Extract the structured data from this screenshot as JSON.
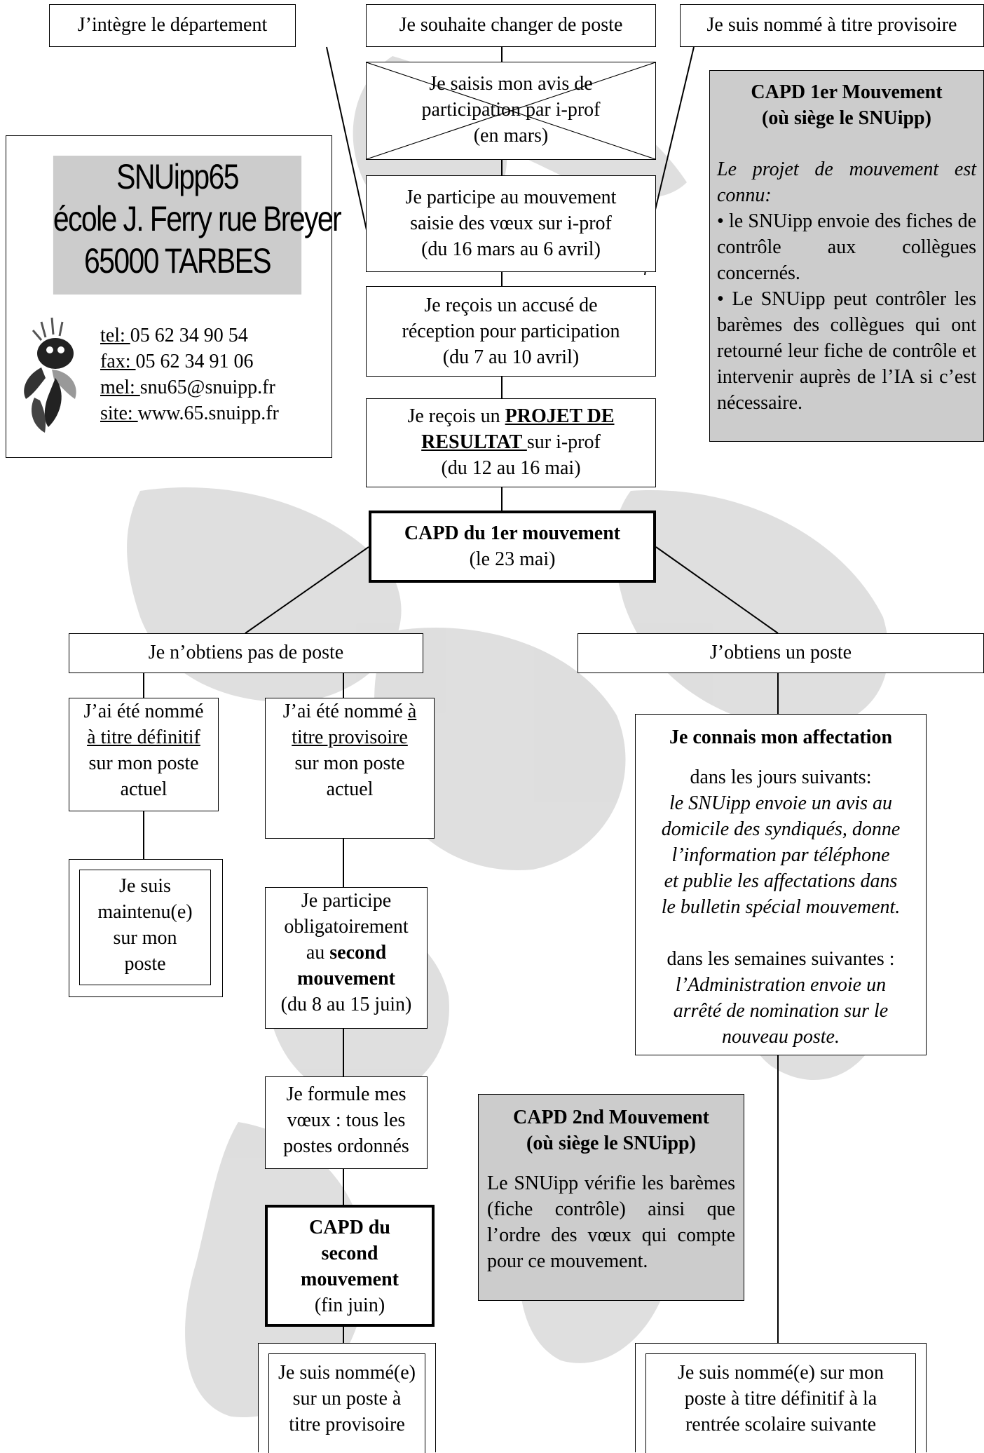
{
  "top_row": {
    "integration": "J’intègre le département",
    "change": "Je souhaite changer de poste",
    "provisional": "Je suis nommé à titre provisoire"
  },
  "steps": {
    "avis": [
      "Je saisis mon avis de",
      "participation par i-prof",
      "(en mars)"
    ],
    "participe": [
      "Je participe au mouvement",
      "saisie des vœux sur i-prof",
      "(du 16 mars au 6 avril)"
    ],
    "accuse": [
      "Je reçois un accusé de",
      "réception pour participation",
      "(du 7 au 10 avril)"
    ],
    "projet": {
      "pre": "Je reçois un ",
      "bold": "PROJET DE",
      "bold2": "RESULTAT ",
      "post": "sur i-prof",
      "dates": "(du 12 au 16 mai)"
    },
    "capd1": {
      "title": "CAPD du 1er mouvement",
      "date": "(le 23 mai)"
    }
  },
  "side_capd1": {
    "title": "CAPD 1er Mouvement",
    "subtitle": "(où siège le SNUipp)",
    "intro": "Le projet de mouvement est connu:",
    "bullet1": "le SNUipp envoie des fiches de contrôle aux collègues concernés.",
    "bullet2": "Le SNUipp peut contrôler les barèmes des collègues qui ont retourné leur fiche de contrôle et intervenir auprès de l’IA si c’est nécessaire."
  },
  "contact": {
    "name": "SNUipp65",
    "address": "école J. Ferry rue Breyer",
    "city": "65000 TARBES",
    "tel_label": "tel: ",
    "tel": "05 62 34 90 54",
    "fax_label": "fax: ",
    "fax": "05 62 34 91 06",
    "mel_label": "mel: ",
    "mel": "snu65@snuipp.fr",
    "site_label": "site: ",
    "site": "www.65.snuipp.fr"
  },
  "no_post": {
    "title": "Je n’obtiens pas de poste",
    "definitif": {
      "l1": "J’ai été nommé",
      "u1": "à titre définitif",
      "l3": "sur mon poste",
      "l4": "actuel"
    },
    "provisoire": {
      "l1": "J’ai été nommé ",
      "u1": "à",
      "u2": "titre provisoire",
      "l3": "sur mon poste",
      "l4": "actuel"
    },
    "maintenu": [
      "Je suis",
      "maintenu(e)",
      "sur mon",
      "poste"
    ],
    "second": {
      "l1": "Je participe",
      "l2": "obligatoirement",
      "l3pre": "au ",
      "l3b": "second",
      "l4b": "mouvement",
      "l5": "(du 8 au 15 juin)"
    },
    "voeux": [
      "Je formule mes",
      "vœux : tous les",
      "postes ordonnés"
    ],
    "capd2": {
      "l1": "CAPD du",
      "l2": "second",
      "l3": "mouvement",
      "l4": "(fin juin)"
    },
    "provisoire_result": [
      "Je suis nommé(e)",
      "sur un poste à",
      "titre provisoire"
    ]
  },
  "got_post": {
    "title": "J’obtiens un poste",
    "affect_title": "Je connais mon affectation",
    "days_label": "dans les jours suivants:",
    "days_text": [
      "le SNUipp envoie un avis au",
      "domicile des syndiqués, donne",
      "l’information par téléphone",
      "et publie les affectations dans",
      "le bulletin spécial mouvement."
    ],
    "weeks_label": "dans les semaines suivantes :",
    "weeks_text": [
      "l’Administration envoie un",
      "arrêté de nomination sur le",
      "nouveau poste."
    ],
    "definitif_result": [
      "Je suis nommé(e) sur mon",
      "poste à titre définitif à la",
      "rentrée scolaire suivante"
    ]
  },
  "side_capd2": {
    "title": "CAPD 2nd Mouvement",
    "subtitle": "(où siège le SNUipp)",
    "text": "Le SNUipp vérifie les barèmes (fiche contrôle) ainsi que l’ordre des vœux qui compte pour ce mouvement."
  }
}
